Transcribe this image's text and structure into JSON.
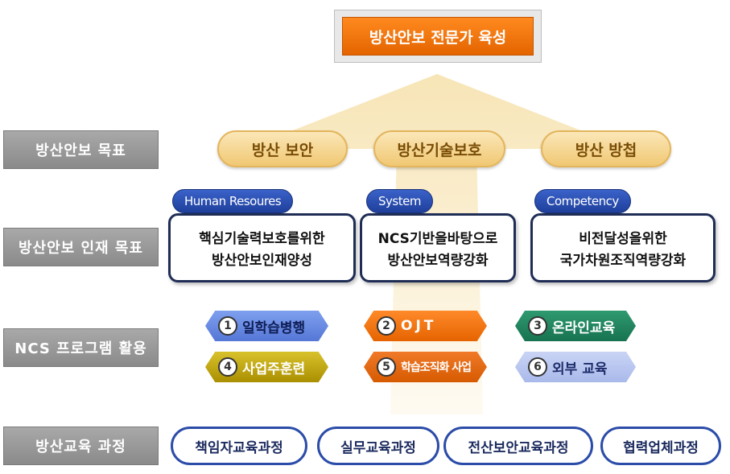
{
  "top_goal": "방산안보 전문가 육성",
  "row_labels": [
    "방산안보 목표",
    "방산안보 인재 목표",
    "NCS 프로그램 활용",
    "방산교육 과정"
  ],
  "security_goals": [
    "방산 보안",
    "방산기술보호",
    "방산 방첩"
  ],
  "talent_goals": [
    {
      "tag": "Human Resoures",
      "line1": "핵심기술력보호를위한",
      "line2": "방산안보인재양성"
    },
    {
      "tag": "System",
      "line1": "NCS기반을바탕으로",
      "line2": "방산안보역량강화"
    },
    {
      "tag": "Competency",
      "line1": "비전달성을위한",
      "line2": "국가차원조직역량강화"
    }
  ],
  "programs": [
    {
      "num": "1",
      "label": "일학습병행",
      "color": "#5577d6"
    },
    {
      "num": "2",
      "label": "OJT",
      "color": "#e56400"
    },
    {
      "num": "3",
      "label": "온라인교육",
      "color": "#177250"
    },
    {
      "num": "4",
      "label": "사업주훈련",
      "color": "#aa8f00"
    },
    {
      "num": "5",
      "label": "학습조직화 사업",
      "color": "#d65a00"
    },
    {
      "num": "6",
      "label": "외부 교육",
      "color": "#a9b9ea"
    }
  ],
  "courses": [
    "책임자교육과정",
    "실무교육과정",
    "전산보안교육과정",
    "협력업체과정"
  ]
}
